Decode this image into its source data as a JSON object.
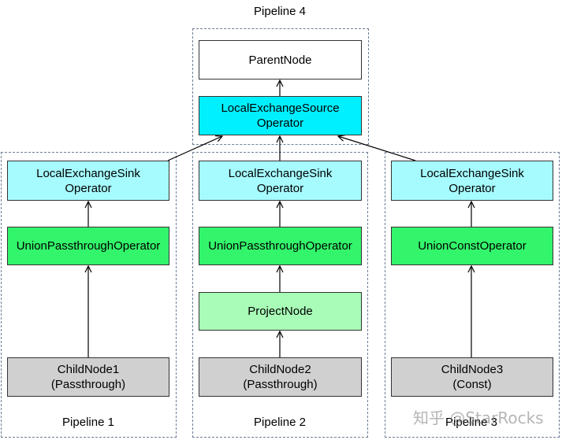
{
  "pipelines": {
    "p4": "Pipeline 4",
    "p1": "Pipeline 1",
    "p2": "Pipeline 2",
    "p3": "Pipeline 3"
  },
  "nodes": {
    "parent": "ParentNode",
    "source": [
      "LocalExchangeSource",
      "Operator"
    ],
    "sink1": [
      "LocalExchangeSink",
      "Operator"
    ],
    "sink2": [
      "LocalExchangeSink",
      "Operator"
    ],
    "sink3": [
      "LocalExchangeSink",
      "Operator"
    ],
    "union1": "UnionPassthroughOperator",
    "union2": "UnionPassthroughOperator",
    "union3": "UnionConstOperator",
    "project": "ProjectNode",
    "child1": [
      "ChildNode1",
      "(Passthrough)"
    ],
    "child2": [
      "ChildNode2",
      "(Passthrough)"
    ],
    "child3": [
      "ChildNode3",
      "(Const)"
    ]
  },
  "watermark": "知乎 @StarRocks",
  "colors": {
    "source": "#00f0ff",
    "sink": "#a6fbff",
    "union": "#33f56b",
    "project": "#a8fcb7",
    "child": "#d0d0d0"
  }
}
